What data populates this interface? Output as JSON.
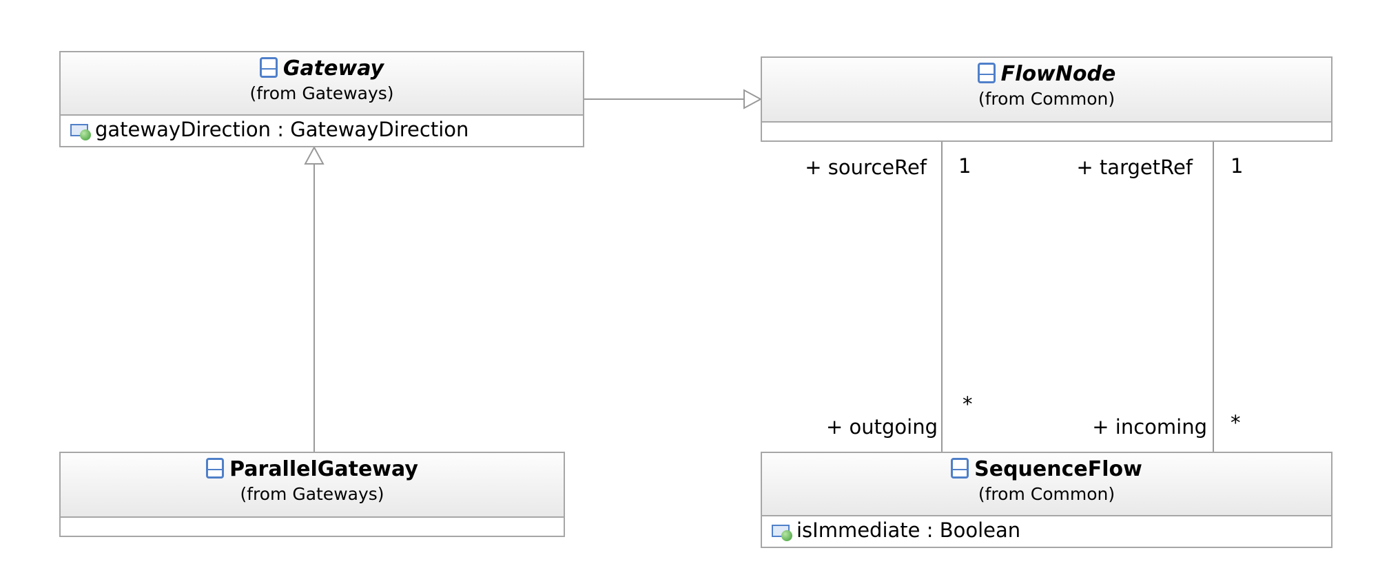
{
  "classes": {
    "gateway": {
      "name": "Gateway",
      "from": "(from Gateways)",
      "attributes": [
        "gatewayDirection : GatewayDirection"
      ]
    },
    "flownode": {
      "name": "FlowNode",
      "from": "(from Common)",
      "attributes": []
    },
    "parallelgateway": {
      "name": "ParallelGateway",
      "from": "(from Gateways)",
      "attributes": []
    },
    "sequenceflow": {
      "name": "SequenceFlow",
      "from": "(from Common)",
      "attributes": [
        "isImmediate : Boolean"
      ]
    }
  },
  "associations": {
    "source": {
      "top_role": "+ sourceRef",
      "top_multiplicity": "1",
      "bottom_role": "+ outgoing",
      "bottom_multiplicity": "*"
    },
    "target": {
      "top_role": "+ targetRef",
      "top_multiplicity": "1",
      "bottom_role": "+ incoming",
      "bottom_multiplicity": "*"
    }
  },
  "relationships": [
    {
      "type": "generalization",
      "from": "Gateway",
      "to": "FlowNode"
    },
    {
      "type": "generalization",
      "from": "ParallelGateway",
      "to": "Gateway"
    },
    {
      "type": "association",
      "from": "FlowNode",
      "to": "SequenceFlow",
      "via": "sourceRef/outgoing"
    },
    {
      "type": "association",
      "from": "FlowNode",
      "to": "SequenceFlow",
      "via": "targetRef/incoming"
    }
  ],
  "colors": {
    "border": "#a6a6a6",
    "line": "#999999",
    "icon_blue": "#4f7fc9",
    "icon_green": "#3b9a33"
  }
}
